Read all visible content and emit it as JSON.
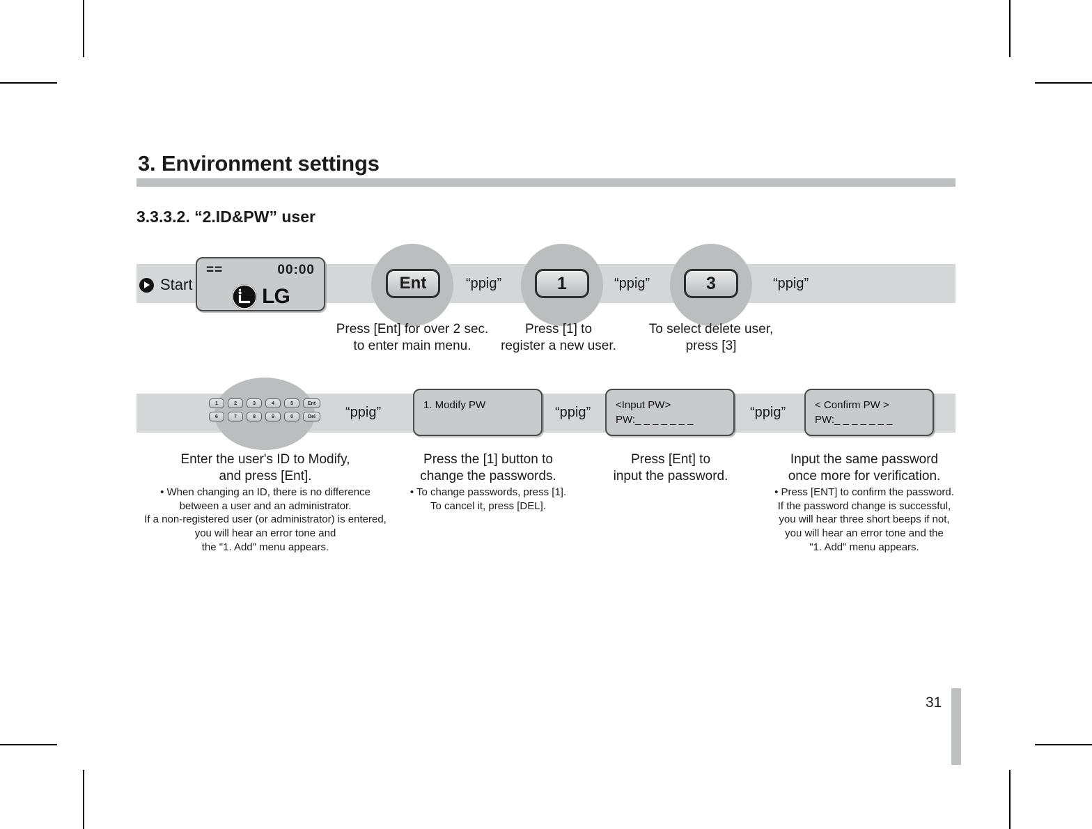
{
  "document": {
    "page_title": "3. Environment settings",
    "section_title": "3.3.3.2.  “2.ID&PW”  user",
    "page_number": "31"
  },
  "flow": {
    "start_label": "Start",
    "ppig_label": "“ppig”",
    "row1": {
      "lcd_start": {
        "left_indicator": "==",
        "clock": "00:00",
        "logo_text": "LG"
      },
      "keys": [
        {
          "name": "ent",
          "label": "Ent"
        },
        {
          "name": "one",
          "label": "1"
        },
        {
          "name": "three",
          "label": "3"
        }
      ],
      "captions": [
        {
          "main": "Press [Ent] for over 2 sec.\nto enter main menu.",
          "sub": ""
        },
        {
          "main": "Press [1] to\nregister a new user.",
          "sub": ""
        },
        {
          "main": "To select delete user,\npress [3]",
          "sub": ""
        }
      ]
    },
    "row2": {
      "keypad": {
        "row_top": [
          "1",
          "2",
          "3",
          "4",
          "5",
          "Ent"
        ],
        "row_bottom": [
          "6",
          "7",
          "8",
          "9",
          "0",
          "Del"
        ]
      },
      "screens": [
        {
          "name": "modify-pw",
          "line1": "1. Modify PW",
          "line2": ""
        },
        {
          "name": "input-pw",
          "line1": "<Input PW>",
          "line2": "PW:_ _ _ _ _ _ _"
        },
        {
          "name": "confirm-pw",
          "line1": "< Confirm PW >",
          "line2": "PW:_ _ _ _ _ _ _"
        }
      ],
      "captions": [
        {
          "main": "Enter the user's ID to Modify,\nand press [Ent].",
          "sub": "• When changing an ID, there is no difference\nbetween a user and an administrator.\nIf a non-registered user (or administrator) is entered,\nyou will hear an error tone and\nthe \"1. Add\" menu appears."
        },
        {
          "main": "Press the [1] button to\nchange the passwords.",
          "sub": "• To change passwords, press [1].\nTo cancel it, press [DEL]."
        },
        {
          "main": "Press [Ent] to\ninput the password.",
          "sub": ""
        },
        {
          "main": "Input the same password\nonce more for verification.",
          "sub": "• Press [ENT] to confirm the password.\nIf the password change is successful,\nyou will hear three short beeps if not,\nyou will hear an error tone and the\n\"1. Add\" menu appears."
        }
      ]
    }
  },
  "colors": {
    "band": "#d5d6d8",
    "halo": "#bcbdbf",
    "rule": "#bdbfc1",
    "text": "#1b1b1b"
  }
}
